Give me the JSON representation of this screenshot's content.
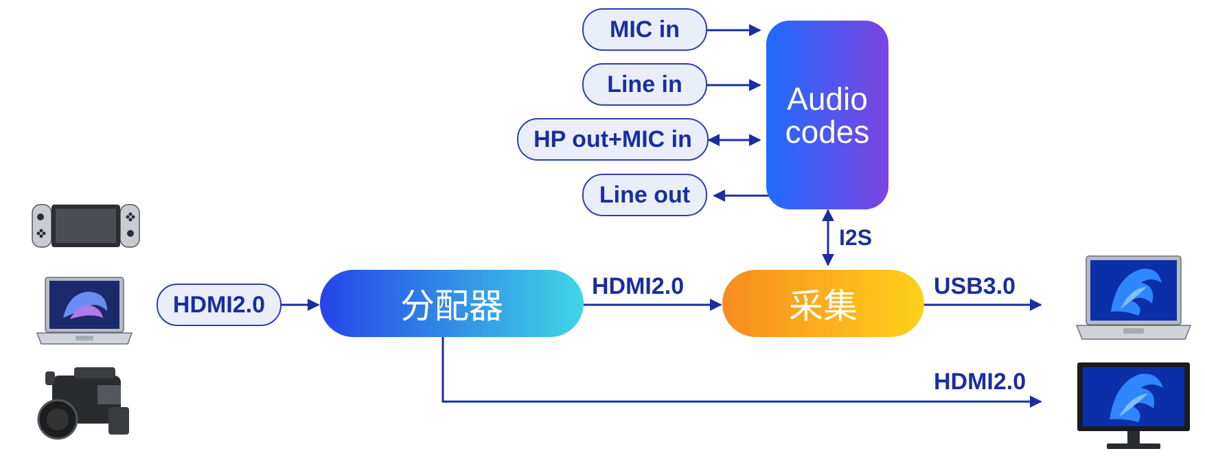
{
  "inputs": {
    "mic_in": "MIC in",
    "line_in": "Line in",
    "hp_out_mic_in": "HP out+MIC in",
    "line_out": "Line out"
  },
  "audio_codec": {
    "line1": "Audio",
    "line2": "codes"
  },
  "splitter": {
    "label": "分配器",
    "input_label": "HDMI2.0"
  },
  "capture": {
    "label": "采集"
  },
  "links": {
    "i2s": "I2S",
    "splitter_to_capture": "HDMI2.0",
    "capture_to_laptop": "USB3.0",
    "splitter_to_monitor": "HDMI2.0"
  },
  "colors": {
    "line": "#1a2ea0",
    "pill_fill": "#e9eef9",
    "codec_from": "#1f6bff",
    "codec_to": "#7b44e0",
    "splitter_from": "#2544e8",
    "splitter_to": "#3fd6e6",
    "capture_from": "#f78b1e",
    "capture_to": "#ffd11a"
  },
  "icons": [
    "game-console-icon",
    "laptop-icon",
    "camcorder-icon",
    "laptop-icon",
    "monitor-icon"
  ]
}
